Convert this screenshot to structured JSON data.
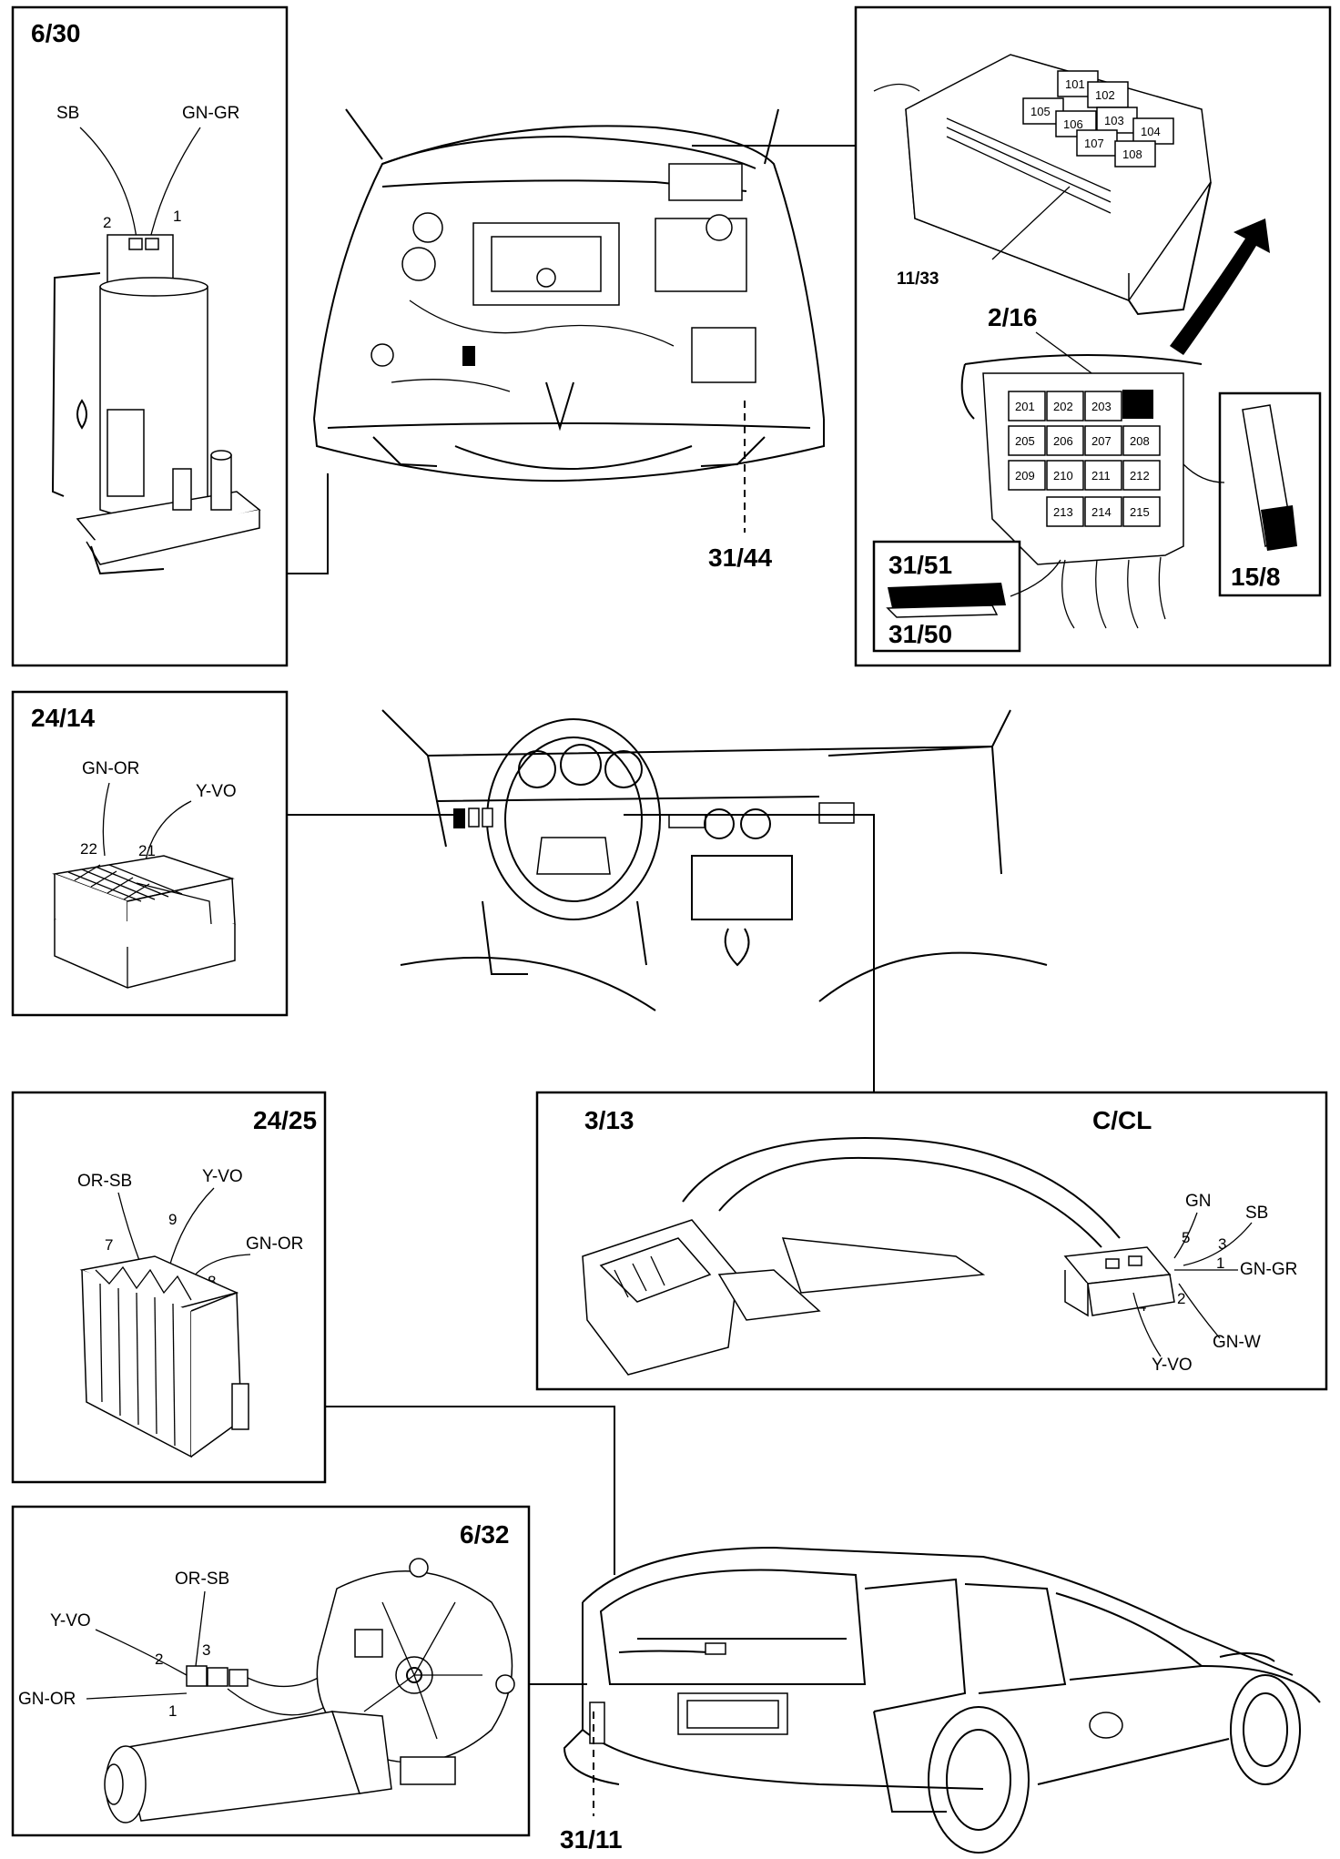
{
  "panels": {
    "washer_pump": {
      "id": "6/30",
      "wire_a": "SB",
      "wire_b": "GN-GR",
      "pin_a": "2",
      "pin_b": "1"
    },
    "fusebox": {
      "relay_id": "11/33",
      "fuse_id": "2/16",
      "relays": [
        "101",
        "102",
        "103",
        "104",
        "105",
        "106",
        "107",
        "108"
      ],
      "fuses": [
        "201",
        "202",
        "203",
        "205",
        "206",
        "207",
        "208",
        "209",
        "210",
        "211",
        "212",
        "213",
        "214",
        "215"
      ],
      "connector_a": "31/51",
      "connector_b": "31/50",
      "connector_c": "15/8"
    },
    "engine_ground": {
      "id": "31/44"
    },
    "switch_24_14": {
      "id": "24/14",
      "wire_a": "GN-OR",
      "wire_b": "Y-VO",
      "pin_a": "22",
      "pin_b": "21"
    },
    "connector_24_25": {
      "id": "24/25",
      "wire_a": "OR-SB",
      "wire_b": "Y-VO",
      "wire_c": "GN-OR",
      "pin_a": "7",
      "pin_b": "9",
      "pin_c": "8"
    },
    "stalk_3_13": {
      "id": "3/13",
      "tag": "C/CL",
      "wire_gn": "GN",
      "wire_sb": "SB",
      "wire_gngr": "GN-GR",
      "wire_gnw": "GN-W",
      "wire_yvo": "Y-VO",
      "pin_5": "5",
      "pin_3": "3",
      "pin_1": "1",
      "pin_2": "2",
      "pin_4": "4"
    },
    "wiper_motor": {
      "id": "6/32",
      "wire_a": "OR-SB",
      "wire_b": "Y-VO",
      "wire_c": "GN-OR",
      "pin_3": "3",
      "pin_2": "2",
      "pin_1": "1"
    },
    "tailgate_ground": {
      "id": "31/11"
    }
  }
}
